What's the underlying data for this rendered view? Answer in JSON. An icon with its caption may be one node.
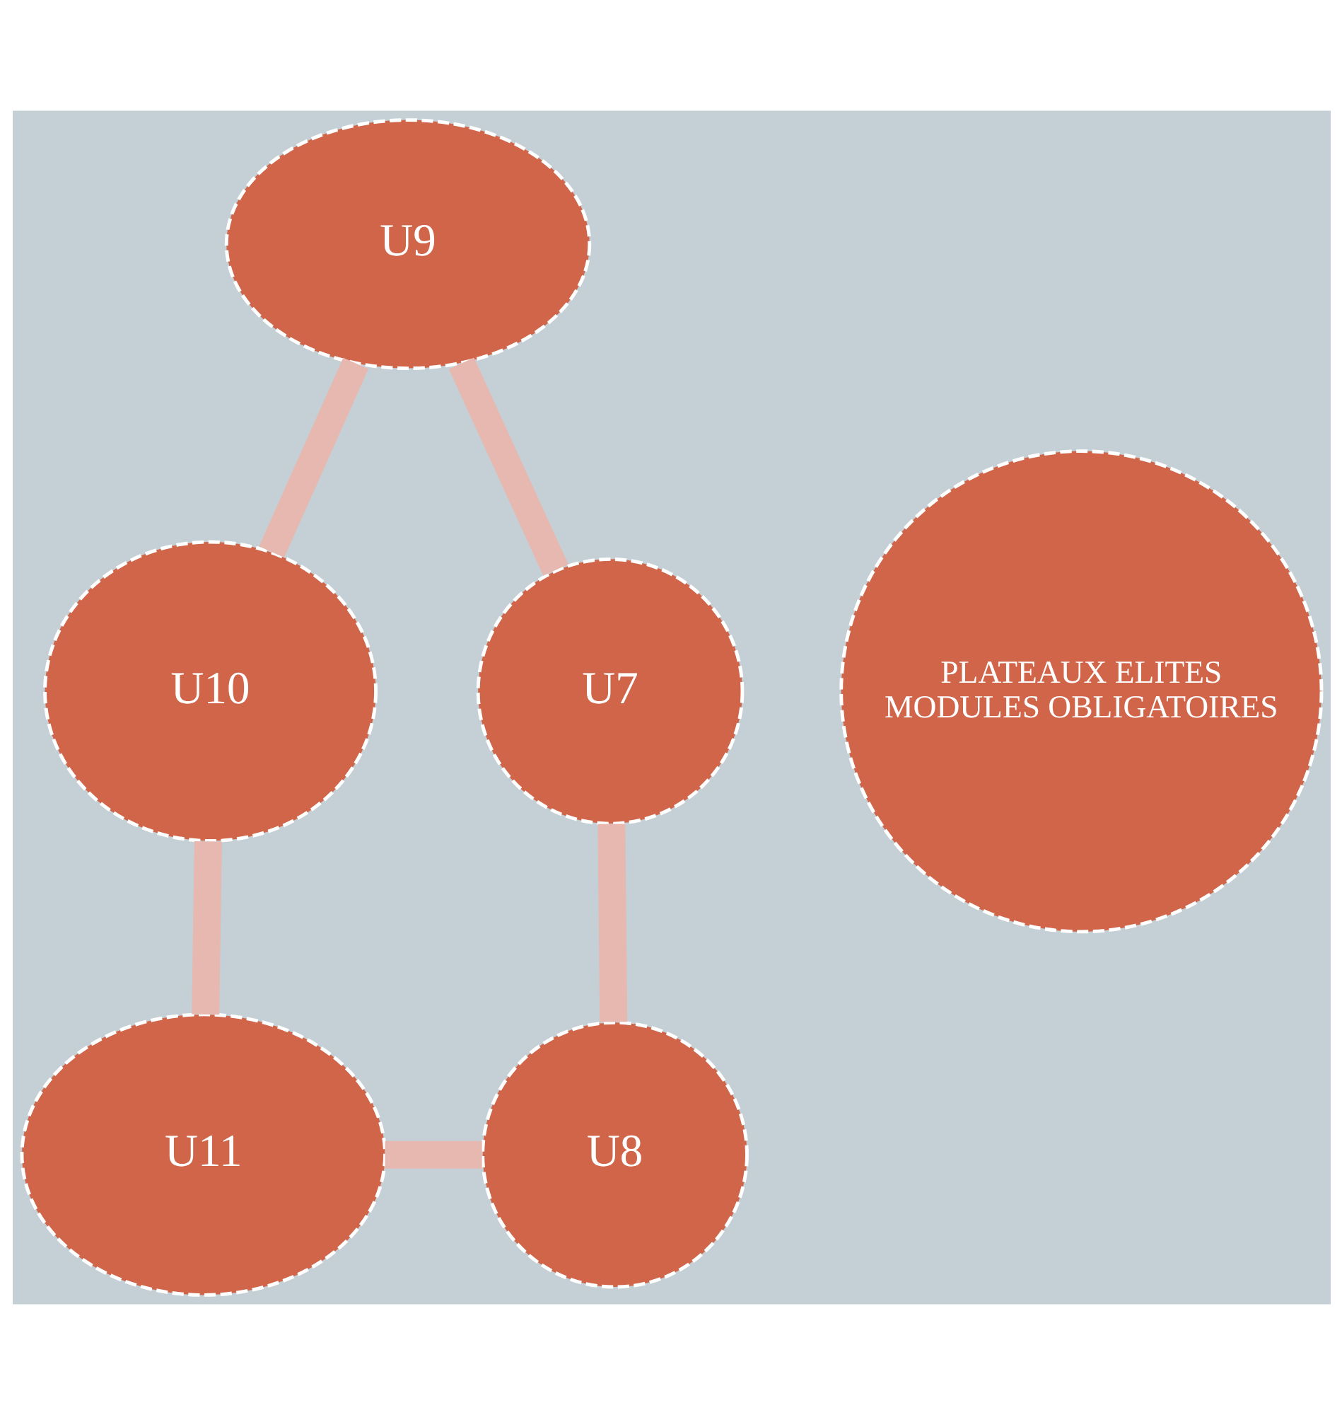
{
  "diagram": {
    "nodes": [
      {
        "text": [
          "U9"
        ]
      },
      {
        "text": [
          "U7"
        ]
      },
      {
        "text": [
          "U10"
        ]
      },
      {
        "text": [
          "PLATEAUX ELITES",
          "MODULES OBLIGATOIRES"
        ]
      },
      {
        "text": [
          "U8"
        ]
      },
      {
        "text": [
          "U11"
        ]
      }
    ],
    "edges": [
      {
        "from": 0,
        "to": 2,
        "arrow": "none"
      },
      {
        "from": 2,
        "to": 5,
        "arrow": "none"
      },
      {
        "from": 5,
        "to": 4,
        "arrow": "none"
      },
      {
        "from": 4,
        "to": 1,
        "arrow": "none"
      },
      {
        "from": 1,
        "to": 0,
        "arrow": "none"
      }
    ]
  }
}
